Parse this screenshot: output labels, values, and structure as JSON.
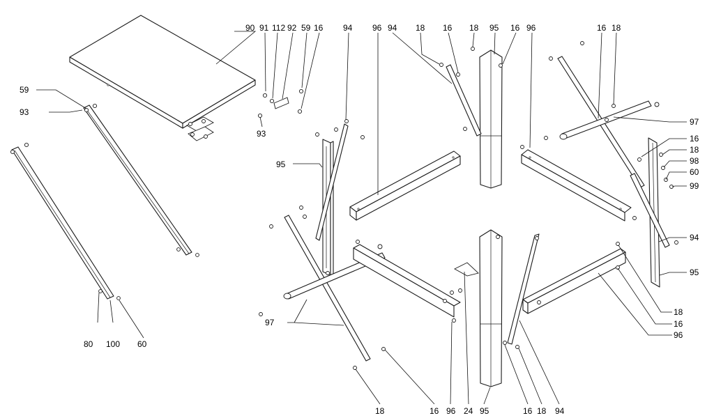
{
  "diagram": {
    "callouts": {
      "c90": "90",
      "c91": "91",
      "c112": "112",
      "c92": "92",
      "c59a": "59",
      "c16a": "16",
      "c94a": "94",
      "c96a": "96",
      "c94b": "94",
      "c18a": "18",
      "c16b": "16",
      "c18b": "18",
      "c95a": "95",
      "c16c": "16",
      "c96b": "96",
      "c16d": "16",
      "c18c": "18",
      "c59b": "59",
      "c93a": "93",
      "c93b": "93",
      "c95b": "95",
      "c97a": "97",
      "c16e": "16",
      "c18d": "18",
      "c98": "98",
      "c60a": "60",
      "c99": "99",
      "c94c": "94",
      "c95c": "95",
      "c97b": "97",
      "c18e": "18",
      "c16f": "16",
      "c96c": "96",
      "c80": "80",
      "c100": "100",
      "c60b": "60",
      "c18f": "18",
      "c16g": "16",
      "c96d": "96",
      "c24": "24",
      "c95d": "95",
      "c16h": "16",
      "c18g": "18",
      "c94d": "94"
    }
  }
}
